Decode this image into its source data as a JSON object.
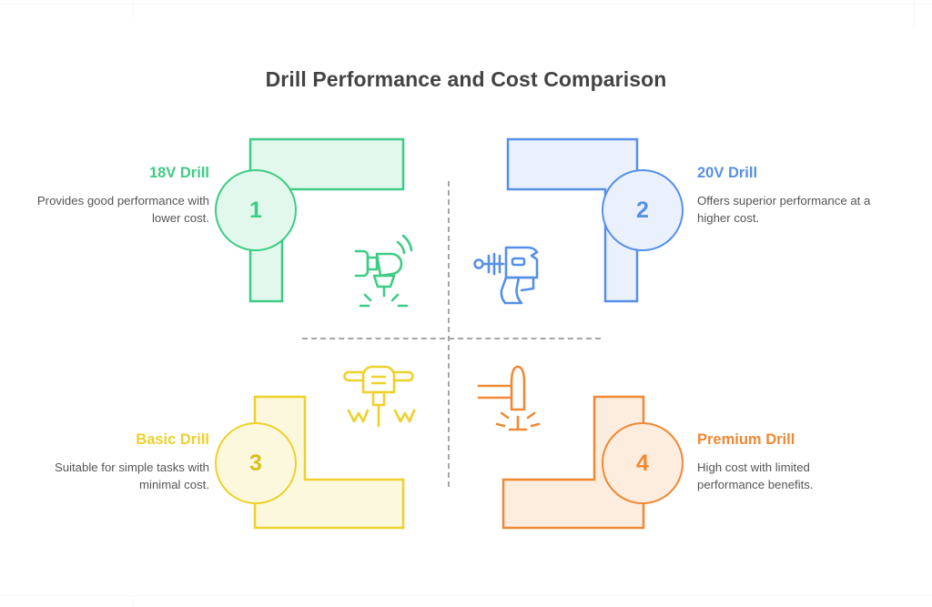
{
  "title": "Drill Performance and Cost Comparison",
  "colors": {
    "green": "#3dcc85",
    "green_fill": "#e3f8ed",
    "blue": "#5690e8",
    "blue_fill": "#eaf1fd",
    "yellow": "#eed12b",
    "yellow_fill": "#fcf8de",
    "orange": "#ef8935",
    "orange_fill": "#fdeddf",
    "title_text": "#434343",
    "body_text": "#555555",
    "divider": "#a6a6a6"
  },
  "quadrants": [
    {
      "number": "1",
      "heading": "18V Drill",
      "body": "Provides good performance with lower cost.",
      "color": "#3dcc85",
      "fill": "#e3f8ed",
      "icon": "rotary-hammer-drill-icon",
      "position": "top-left"
    },
    {
      "number": "2",
      "heading": "20V Drill",
      "body": "Offers superior performance at a higher cost.",
      "color": "#5690e8",
      "fill": "#eaf1fd",
      "icon": "pistol-grip-drill-icon",
      "position": "top-right"
    },
    {
      "number": "3",
      "heading": "Basic Drill",
      "body": "Suitable for simple tasks with minimal cost.",
      "color": "#eed12b",
      "fill": "#fcf8de",
      "icon": "jackhammer-icon",
      "position": "bottom-left"
    },
    {
      "number": "4",
      "heading": "Premium Drill",
      "body": "High cost with limited performance benefits.",
      "color": "#ef8935",
      "fill": "#fdeddf",
      "icon": "drill-bit-impact-icon",
      "position": "bottom-right"
    }
  ]
}
